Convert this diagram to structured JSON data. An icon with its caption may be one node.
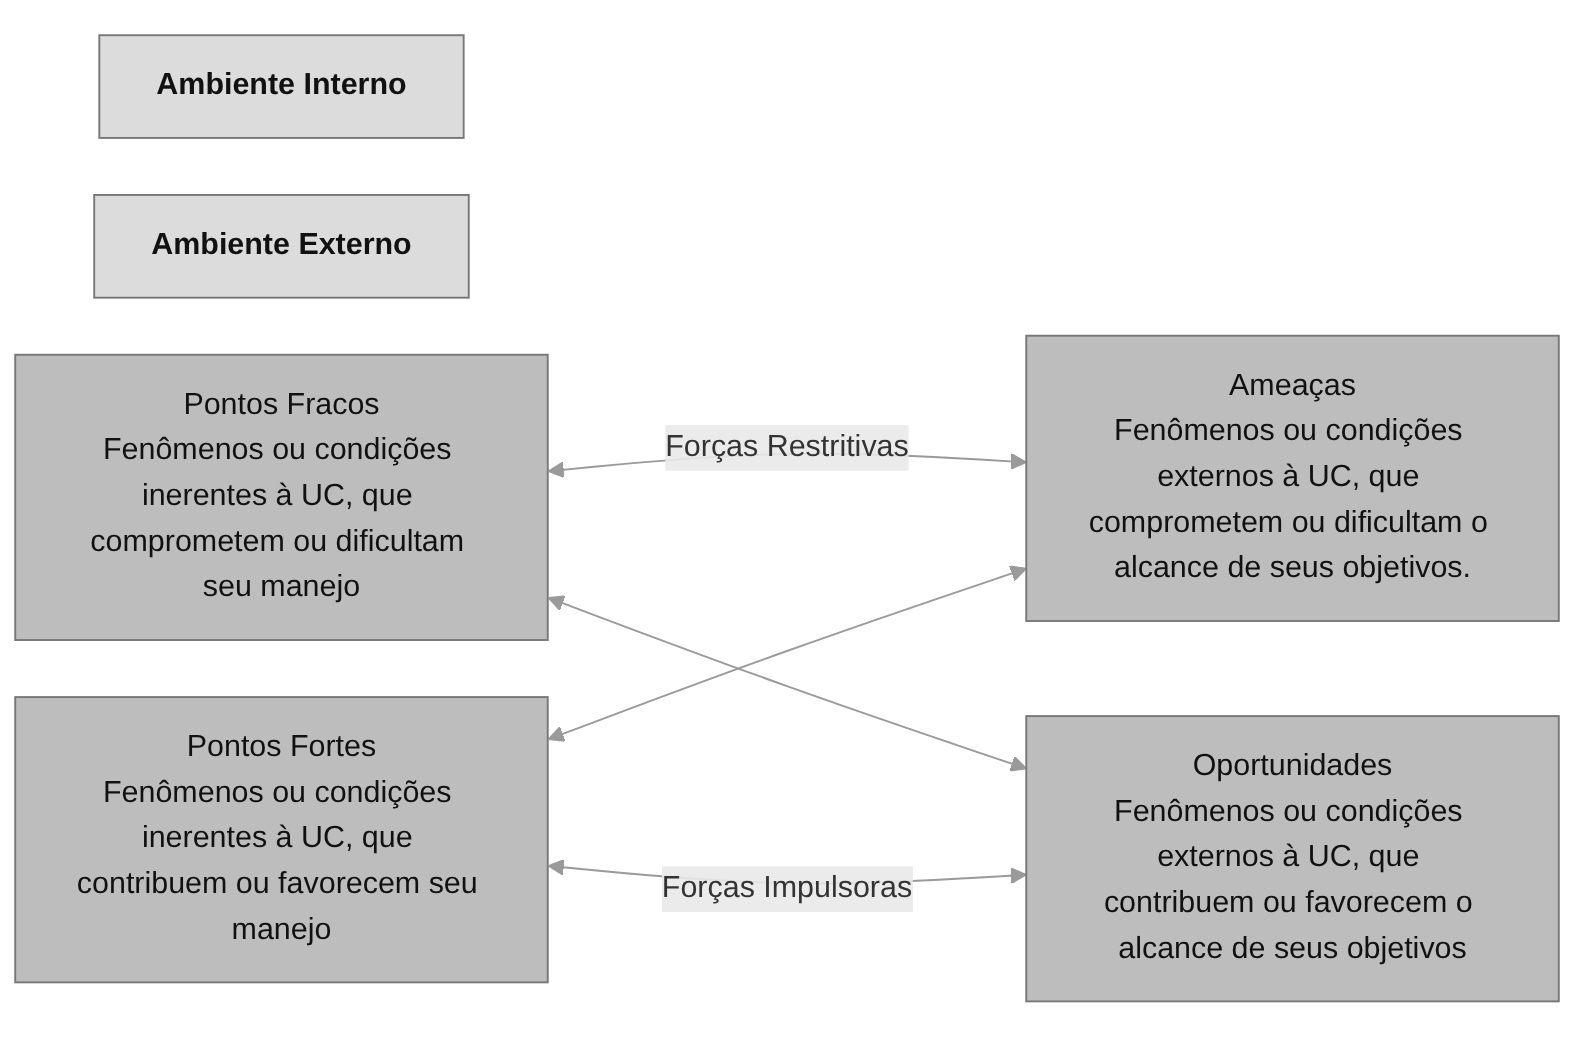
{
  "diagram": {
    "nodes": [
      {
        "text": [
          "Ambiente Interno"
        ]
      },
      {
        "text": [
          "Ambiente Externo"
        ]
      },
      {
        "text": [
          "Pontos Fracos",
          "Fenômenos ou condições inerentes à UC, que comprometem ou dificultam seu manejo"
        ]
      },
      {
        "text": [
          "Ameaças",
          "Fenômenos ou condições externos à UC, que comprometem ou dificultam o alcance de seus objetivos."
        ]
      },
      {
        "text": [
          "Pontos Fortes",
          "Fenômenos ou condições inerentes à UC, que contribuem ou favorecem seu manejo"
        ]
      },
      {
        "text": [
          "Oportunidades",
          "Fenômenos ou condições externos à UC, que contribuem ou favorecem o alcance de seus objetivos"
        ]
      }
    ],
    "edges": [
      {
        "from": 2,
        "to": 3,
        "arrow": "both",
        "label": "Forças Restritivas"
      },
      {
        "from": 4,
        "to": 3,
        "arrow": "both"
      },
      {
        "from": 2,
        "to": 5,
        "arrow": "both"
      },
      {
        "from": 4,
        "to": 5,
        "arrow": "both",
        "label": "Forças Impulsoras"
      }
    ]
  }
}
